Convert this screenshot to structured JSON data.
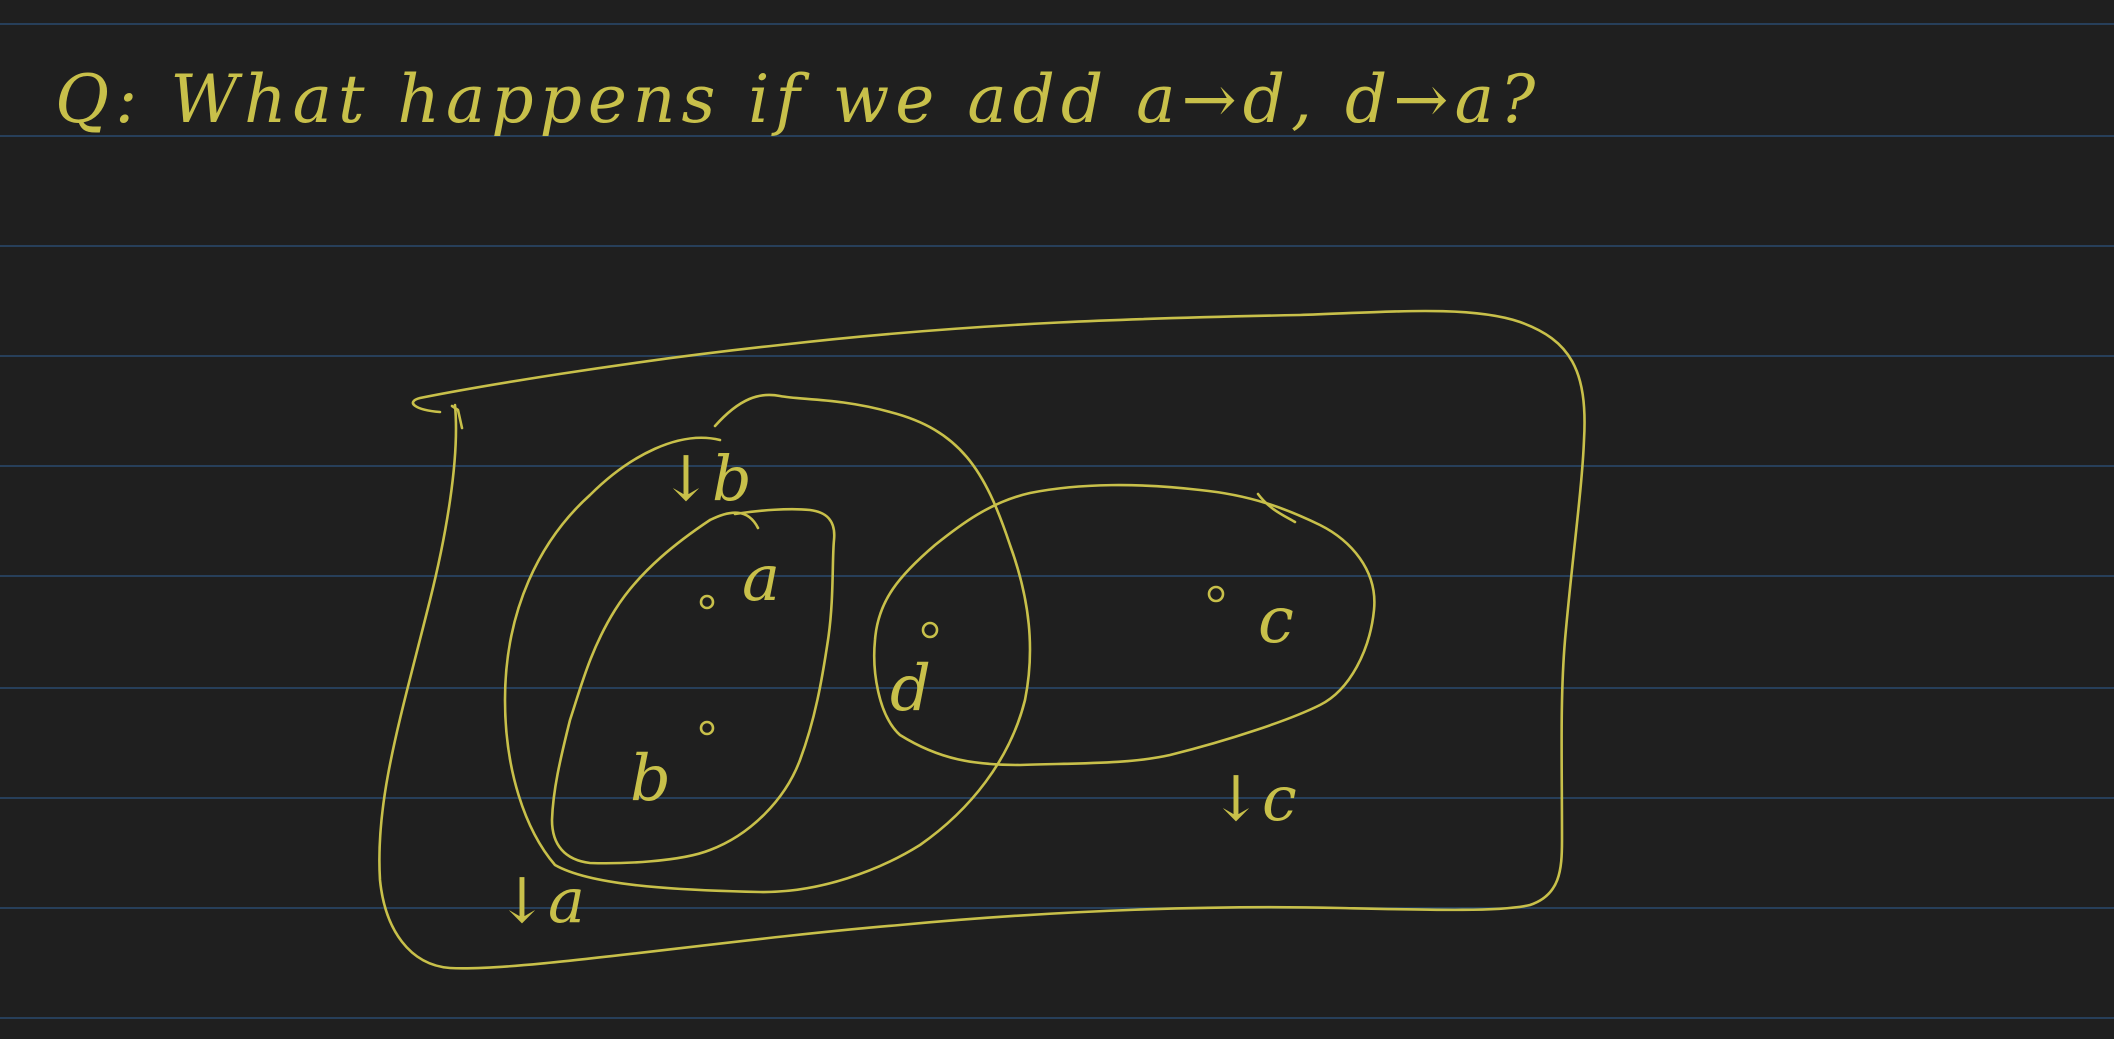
{
  "note": {
    "question": "Q: What happens if we add a→d, d→a?",
    "accent_color": "#c8c04a",
    "line_color": "#2a4a6e",
    "background_color": "#1f1f1f"
  },
  "diagram": {
    "points": [
      {
        "label": "a"
      },
      {
        "label": "b"
      },
      {
        "label": "c"
      },
      {
        "label": "d"
      }
    ],
    "sets": [
      {
        "label": "↓b"
      },
      {
        "label": "↓a"
      },
      {
        "label": "↓c"
      }
    ]
  }
}
